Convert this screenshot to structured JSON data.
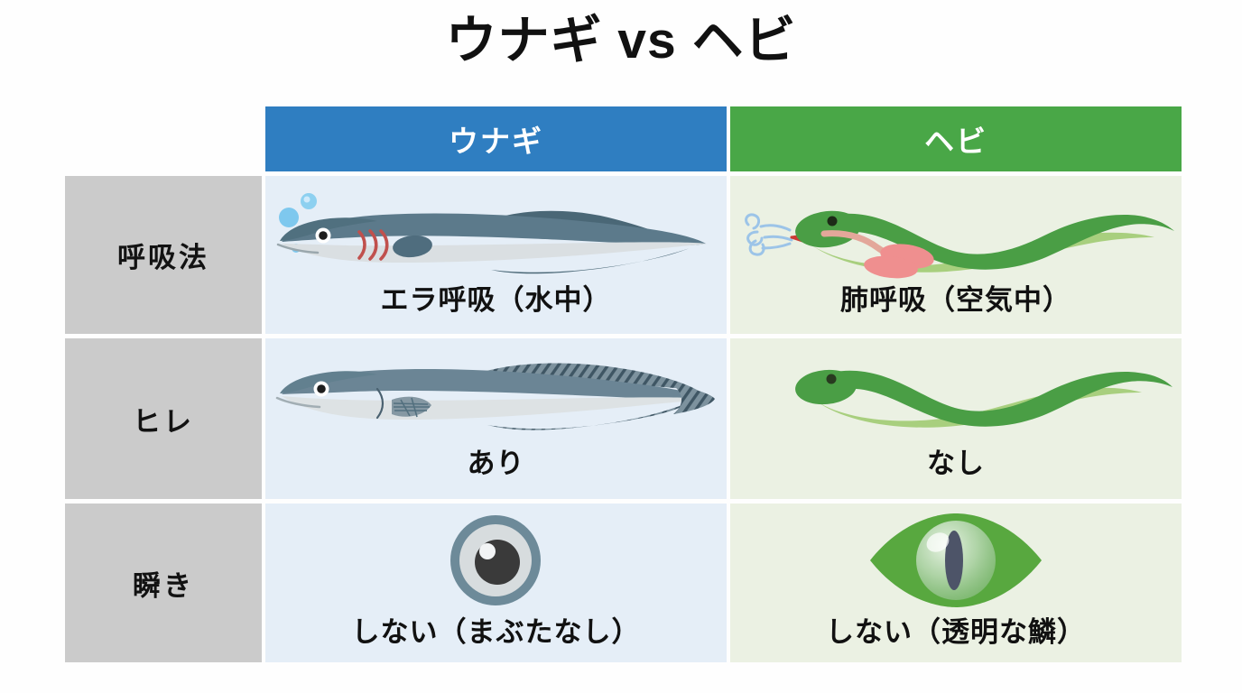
{
  "title": "ウナギ vs ヘビ",
  "colors": {
    "eel_header_bg": "#2f7ec1",
    "snake_header_bg": "#49a747",
    "eel_cell_bg": "#e5eef7",
    "snake_cell_bg": "#ebf1e3",
    "row_label_bg": "#cbcbcb",
    "eel_body_dark": "#4f6d7e",
    "eel_body_light": "#d9dfe1",
    "eel_gill_red": "#c0504d",
    "snake_body_green": "#4a9e45",
    "snake_belly_green": "#a8cf7e",
    "snake_lung_pink": "#ef8f8f",
    "bubble_blue": "#7ec8ee",
    "air_swirl_blue": "#9cc4e8",
    "page_bg": "#ffffff"
  },
  "table": {
    "columns": [
      {
        "id": "eel",
        "label": "ウナギ"
      },
      {
        "id": "snake",
        "label": "ヘビ"
      }
    ],
    "rows": [
      {
        "id": "breathing",
        "label": "呼吸法",
        "eel": {
          "text": "エラ呼吸（水中）",
          "icon": "eel-with-gills-and-bubbles-illustration"
        },
        "snake": {
          "text": "肺呼吸（空気中）",
          "icon": "snake-with-lungs-and-air-illustration"
        }
      },
      {
        "id": "fins",
        "label": "ヒレ",
        "eel": {
          "text": "あり",
          "icon": "eel-with-fins-illustration"
        },
        "snake": {
          "text": "なし",
          "icon": "snake-without-fins-illustration"
        }
      },
      {
        "id": "blinking",
        "label": "瞬き",
        "eel": {
          "text": "しない（まぶたなし）",
          "icon": "eel-eye-illustration"
        },
        "snake": {
          "text": "しない（透明な鱗）",
          "icon": "snake-eye-with-transparent-scale-illustration"
        }
      }
    ]
  }
}
